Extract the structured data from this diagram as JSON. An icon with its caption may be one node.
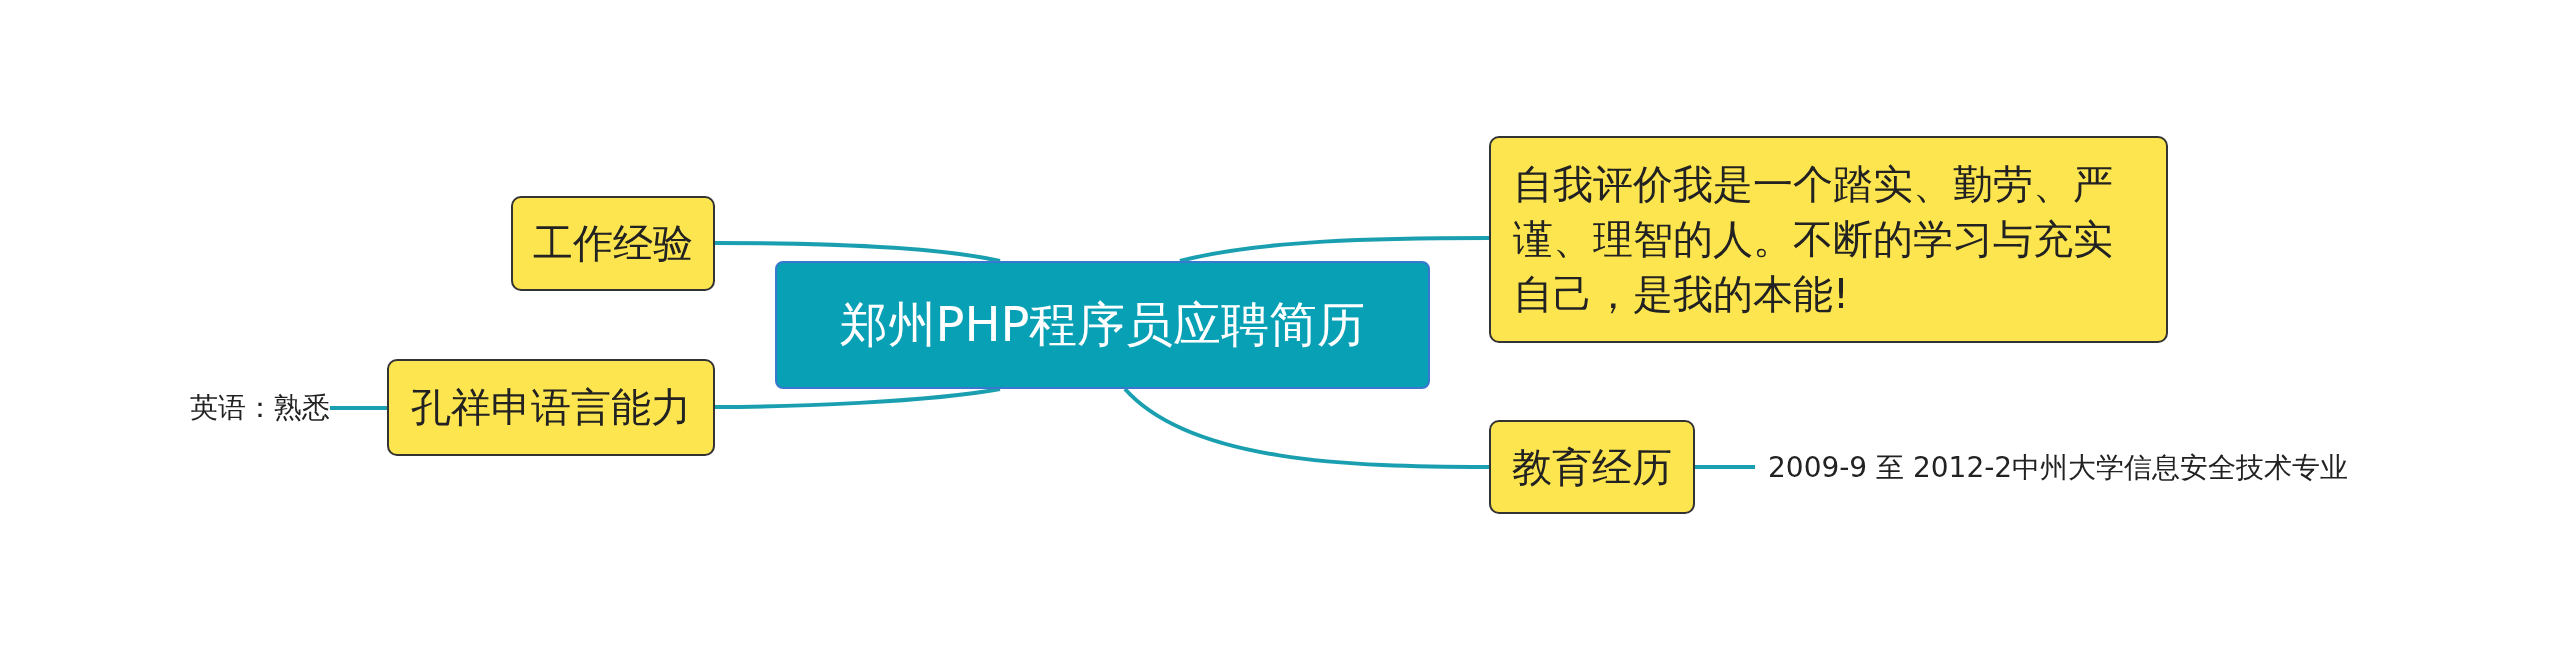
{
  "diagram": {
    "nodes": [
      {
        "text": [
          "郑州PHP程序员应聘简历"
        ]
      },
      {
        "text": [
          "工作经验"
        ]
      },
      {
        "text": [
          "孔祥申语言能力"
        ]
      },
      {
        "text": [
          "英语：熟悉"
        ]
      },
      {
        "text": [
          "自我评价我是一个踏实、勤劳、严谨、理智的人。不断的学习与充实自己，是我的本能!"
        ]
      },
      {
        "text": [
          "教育经历"
        ]
      },
      {
        "text": [
          "2009-9 至 2012-2中州大学信息安全技术专业"
        ]
      }
    ],
    "edges": [
      {
        "from": 0,
        "to": 1,
        "arrow": "none"
      },
      {
        "from": 0,
        "to": 2,
        "arrow": "none"
      },
      {
        "from": 2,
        "to": 3,
        "arrow": "none"
      },
      {
        "from": 0,
        "to": 4,
        "arrow": "none"
      },
      {
        "from": 0,
        "to": 5,
        "arrow": "none"
      },
      {
        "from": 5,
        "to": 6,
        "arrow": "none"
      }
    ]
  }
}
